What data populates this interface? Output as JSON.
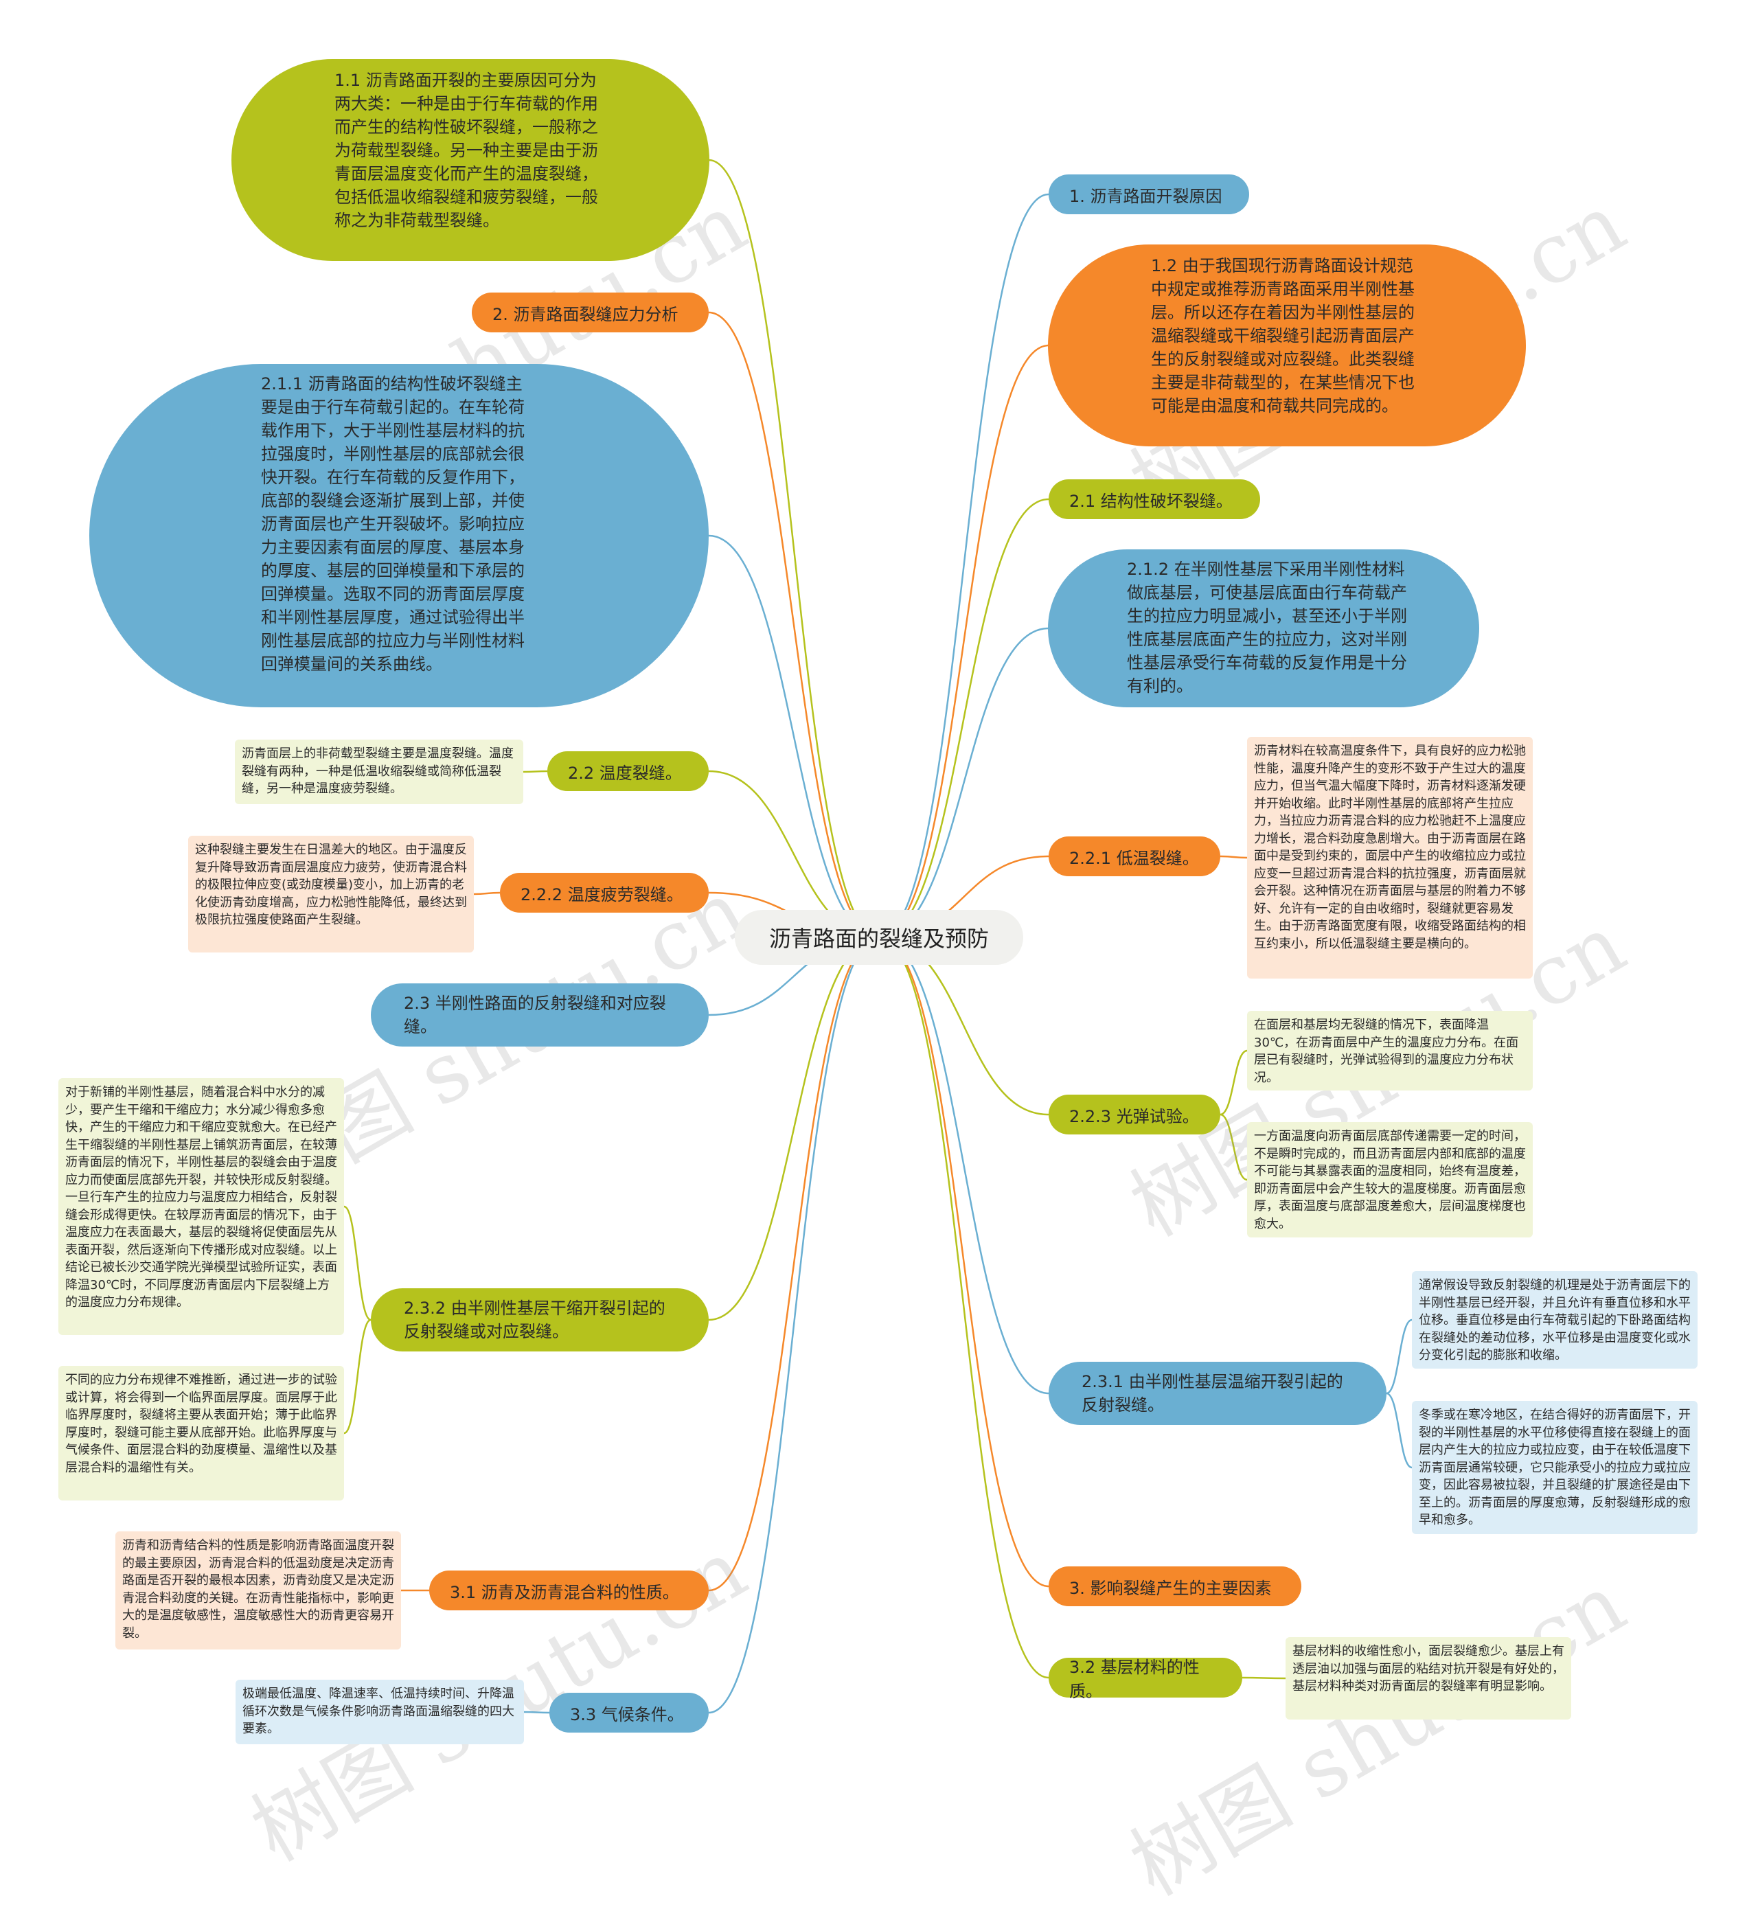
{
  "colors": {
    "olive": "#b5c21d",
    "orange": "#f5882a",
    "blue": "#6aafd2",
    "center": "#f1f1ee",
    "note_olive": "#f1f5d8",
    "note_orange": "#fde6d5",
    "note_blue": "#dcedf7"
  },
  "root": {
    "label": "沥青路面的裂缝及预防"
  },
  "nodes": [
    {
      "id": "n1",
      "label": "1. 沥青路面开裂原因"
    },
    {
      "id": "n1_1",
      "label": "1.1 沥青路面开裂的主要原因可分为两大类：一种是由于行车荷载的作用而产生的结构性破坏裂缝，一般称之为荷载型裂缝。另一种主要是由于沥青面层温度变化而产生的温度裂缝，包括低温收缩裂缝和疲劳裂缝，一般称之为非荷载型裂缝。"
    },
    {
      "id": "n1_2",
      "label": "1.2 由于我国现行沥青路面设计规范中规定或推荐沥青路面采用半刚性基层。所以还存在着因为半刚性基层的温缩裂缝或干缩裂缝引起沥青面层产生的反射裂缝或对应裂缝。此类裂缝主要是非荷载型的，在某些情况下也可能是由温度和荷载共同完成的。"
    },
    {
      "id": "n2",
      "label": "2. 沥青路面裂缝应力分析"
    },
    {
      "id": "n2_1",
      "label": "2.1 结构性破坏裂缝。"
    },
    {
      "id": "n2_1_1",
      "label": "2.1.1 沥青路面的结构性破坏裂缝主要是由于行车荷载引起的。在车轮荷载作用下，大于半刚性基层材料的抗拉强度时，半刚性基层的底部就会很快开裂。在行车荷载的反复作用下，底部的裂缝会逐渐扩展到上部，并使沥青面层也产生开裂破坏。影响拉应力主要因素有面层的厚度、基层本身的厚度、基层的回弹模量和下承层的回弹模量。选取不同的沥青面层厚度和半刚性基层厚度，通过试验得出半刚性基层底部的拉应力与半刚性材料回弹模量间的关系曲线。"
    },
    {
      "id": "n2_1_2",
      "label": "2.1.2 在半刚性基层下采用半刚性材料做底基层，可使基层底面由行车荷载产生的拉应力明显减小，甚至还小于半刚性底基层底面产生的拉应力，这对半刚性基层承受行车荷载的反复作用是十分有利的。"
    },
    {
      "id": "n2_2",
      "label": "2.2 温度裂缝。"
    },
    {
      "id": "n2_2_note",
      "label": "沥青面层上的非荷载型裂缝主要是温度裂缝。温度裂缝有两种，一种是低温收缩裂缝或简称低温裂缝，另一种是温度疲劳裂缝。"
    },
    {
      "id": "n2_2_1",
      "label": "2.2.1 低温裂缝。"
    },
    {
      "id": "n2_2_1_note",
      "label": "沥青材料在较高温度条件下，具有良好的应力松驰性能，温度升降产生的变形不致于产生过大的温度应力，但当气温大幅度下降时，沥青材料逐渐发硬并开始收缩。此时半刚性基层的底部将产生拉应力，当拉应力沥青混合料的应力松驰赶不上温度应力增长，混合料劲度急剧增大。由于沥青面层在路面中是受到约束的，面层中产生的收缩拉应力或拉应变一旦超过沥青混合料的抗拉强度，沥青面层就会开裂。这种情况在沥青面层与基层的附着力不够好、允许有一定的自由收缩时，裂缝就更容易发生。由于沥青路面宽度有限，收缩受路面结构的相互约束小，所以低温裂缝主要是横向的。"
    },
    {
      "id": "n2_2_2",
      "label": "2.2.2 温度疲劳裂缝。"
    },
    {
      "id": "n2_2_2_note",
      "label": "这种裂缝主要发生在日温差大的地区。由于温度反复升降导致沥青面层温度应力疲劳，使沥青混合料的极限拉伸应变(或劲度模量)变小，加上沥青的老化使沥青劲度增高，应力松驰性能降低，最终达到极限抗拉强度使路面产生裂缝。"
    },
    {
      "id": "n2_2_3",
      "label": "2.2.3 光弹试验。"
    },
    {
      "id": "n2_2_3_note1",
      "label": "在面层和基层均无裂缝的情况下，表面降温30℃，在沥青面层中产生的温度应力分布。在面层已有裂缝时，光弹试验得到的温度应力分布状况。"
    },
    {
      "id": "n2_2_3_note2",
      "label": "一方面温度向沥青面层底部传递需要一定的时间，不是瞬时完成的，而且沥青面层内部和底部的温度不可能与其暴露表面的温度相同，始终有温度差，即沥青面层中会产生较大的温度梯度。沥青面层愈厚，表面温度与底部温度差愈大，层间温度梯度也愈大。"
    },
    {
      "id": "n2_3",
      "label": "2.3 半刚性路面的反射裂缝和对应裂缝。"
    },
    {
      "id": "n2_3_1",
      "label": "2.3.1 由半刚性基层温缩开裂引起的反射裂缝。"
    },
    {
      "id": "n2_3_1_note1",
      "label": "通常假设导致反射裂缝的机理是处于沥青面层下的半刚性基层已经开裂，并且允许有垂直位移和水平位移。垂直位移是由行车荷载引起的下卧路面结构在裂缝处的差动位移，水平位移是由温度变化或水分变化引起的膨胀和收缩。"
    },
    {
      "id": "n2_3_1_note2",
      "label": "冬季或在寒冷地区，在结合得好的沥青面层下，开裂的半刚性基层的水平位移使得直接在裂缝上的面层内产生大的拉应力或拉应变，由于在较低温度下沥青面层通常较硬，它只能承受小的拉应力或拉应变，因此容易被拉裂，并且裂缝的扩展途径是由下至上的。沥青面层的厚度愈薄，反射裂缝形成的愈早和愈多。"
    },
    {
      "id": "n2_3_2",
      "label": "2.3.2 由半刚性基层干缩开裂引起的反射裂缝或对应裂缝。"
    },
    {
      "id": "n2_3_2_note1",
      "label": "对于新铺的半刚性基层，随着混合料中水分的减少，要产生干缩和干缩应力；水分减少得愈多愈快，产生的干缩应力和干缩应变就愈大。在已经产生干缩裂缝的半刚性基层上铺筑沥青面层，在较薄沥青面层的情况下，半刚性基层的裂缝会由于温度应力而使面层底部先开裂，并较快形成反射裂缝。一旦行车产生的拉应力与温度应力相结合，反射裂缝会形成得更快。在较厚沥青面层的情况下，由于温度应力在表面最大，基层的裂缝将促使面层先从表面开裂，然后逐渐向下传播形成对应裂缝。以上结论已被长沙交通学院光弹模型试验所证实，表面降温30℃时，不同厚度沥青面层内下层裂缝上方的温度应力分布规律。"
    },
    {
      "id": "n2_3_2_note2",
      "label": "不同的应力分布规律不难推断，通过进一步的试验或计算，将会得到一个临界面层厚度。面层厚于此临界厚度时，裂缝将主要从表面开始；薄于此临界厚度时，裂缝可能主要从底部开始。此临界厚度与气候条件、面层混合料的劲度模量、温缩性以及基层混合料的温缩性有关。"
    },
    {
      "id": "n3",
      "label": "3. 影响裂缝产生的主要因素"
    },
    {
      "id": "n3_1",
      "label": "3.1 沥青及沥青混合料的性质。"
    },
    {
      "id": "n3_1_note",
      "label": "沥青和沥青结合料的性质是影响沥青路面温度开裂的最主要原因，沥青混合料的低温劲度是决定沥青路面是否开裂的最根本因素，沥青劲度又是决定沥青混合料劲度的关键。在沥青性能指标中，影响更大的是温度敏感性，温度敏感性大的沥青更容易开裂。"
    },
    {
      "id": "n3_2",
      "label": "3.2 基层材料的性质。"
    },
    {
      "id": "n3_2_note",
      "label": "基层材料的收缩性愈小，面层裂缝愈少。基层上有透层油以加强与面层的粘结对抗开裂是有好处的，基层材料种类对沥青面层的裂缝率有明显影响。"
    },
    {
      "id": "n3_3",
      "label": "3.3 气候条件。"
    },
    {
      "id": "n3_3_note",
      "label": "极端最低温度、降温速率、低温持续时间、升降温循环次数是气候条件影响沥青路面温缩裂缝的四大要素。"
    }
  ],
  "watermark": {
    "text": "树图 shutu.cn"
  }
}
